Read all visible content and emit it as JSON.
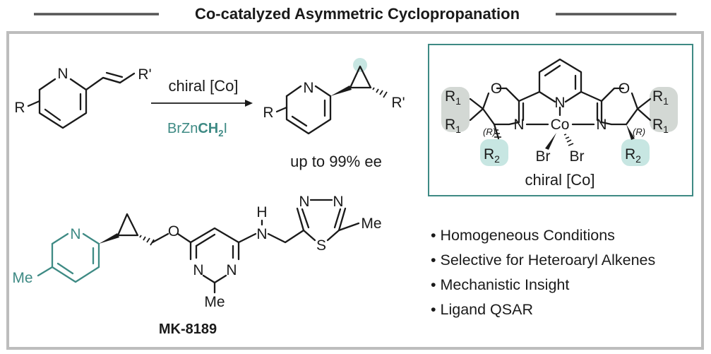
{
  "title": "Co-catalyzed Asymmetric Cyclopropanation",
  "reaction": {
    "reagent_top": "chiral [Co]",
    "reagent_bottom_prefix": "BrZn",
    "reagent_bottom_bold": "CH",
    "reagent_bottom_sub": "2",
    "reagent_bottom_suffix": "I",
    "yield_text": "up to 99% ee"
  },
  "substrate": {
    "R": "R",
    "N": "N",
    "Rprime": "R'"
  },
  "product": {
    "R": "R",
    "N": "N",
    "Rprime": "R'"
  },
  "catalyst": {
    "caption": "chiral [Co]",
    "metal": "Co",
    "N_center": "N",
    "N_left": "N",
    "N_right": "N",
    "O_left": "O",
    "O_right": "O",
    "R1": "R",
    "R1_sub": "1",
    "R2": "R",
    "R2_sub": "2",
    "stereo": "(R)",
    "Br": "Br"
  },
  "drug": {
    "name": "MK-8189",
    "Me1": "Me",
    "Me2": "Me",
    "Me3": "Me",
    "N_pyr": "N",
    "O": "O",
    "N1": "N",
    "N2": "N",
    "NH_N": "N",
    "NH_H": "H",
    "N3": "N",
    "N4": "N",
    "S": "S"
  },
  "bullets": [
    "• Homogeneous Conditions",
    "• Selective for Heteroaryl Alkenes",
    "• Mechanistic Insight",
    "• Ligand QSAR"
  ],
  "colors": {
    "accent": "#3e8a84",
    "highlight": "#c7e6e2",
    "grey_highlight": "#d3d8d4",
    "frame": "#bdbdbd",
    "box": "#3e8a84"
  }
}
